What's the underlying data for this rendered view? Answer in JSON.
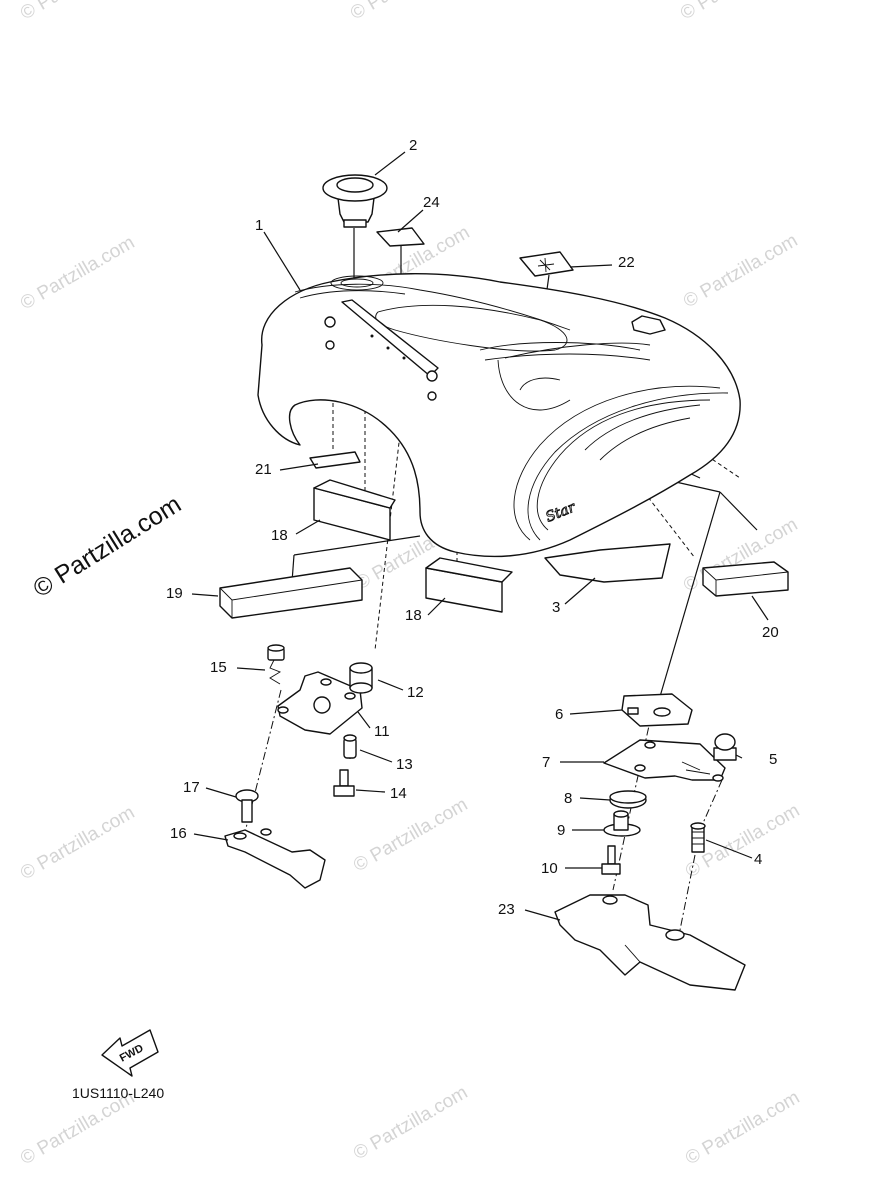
{
  "watermarks": {
    "small": "© Partzilla.com",
    "large": "© Partzilla.com"
  },
  "callouts": {
    "c1": "1",
    "c2": "2",
    "c3": "3",
    "c4": "4",
    "c5": "5",
    "c6": "6",
    "c7": "7",
    "c8": "8",
    "c9": "9",
    "c10": "10",
    "c11": "11",
    "c12": "12",
    "c13": "13",
    "c14": "14",
    "c15": "15",
    "c16": "16",
    "c17": "17",
    "c18a": "18",
    "c18b": "18",
    "c19": "19",
    "c20": "20",
    "c21": "21",
    "c22": "22",
    "c23": "23",
    "c24": "24"
  },
  "fwd_label": "FWD",
  "diagram_code": "1US1110-L240"
}
